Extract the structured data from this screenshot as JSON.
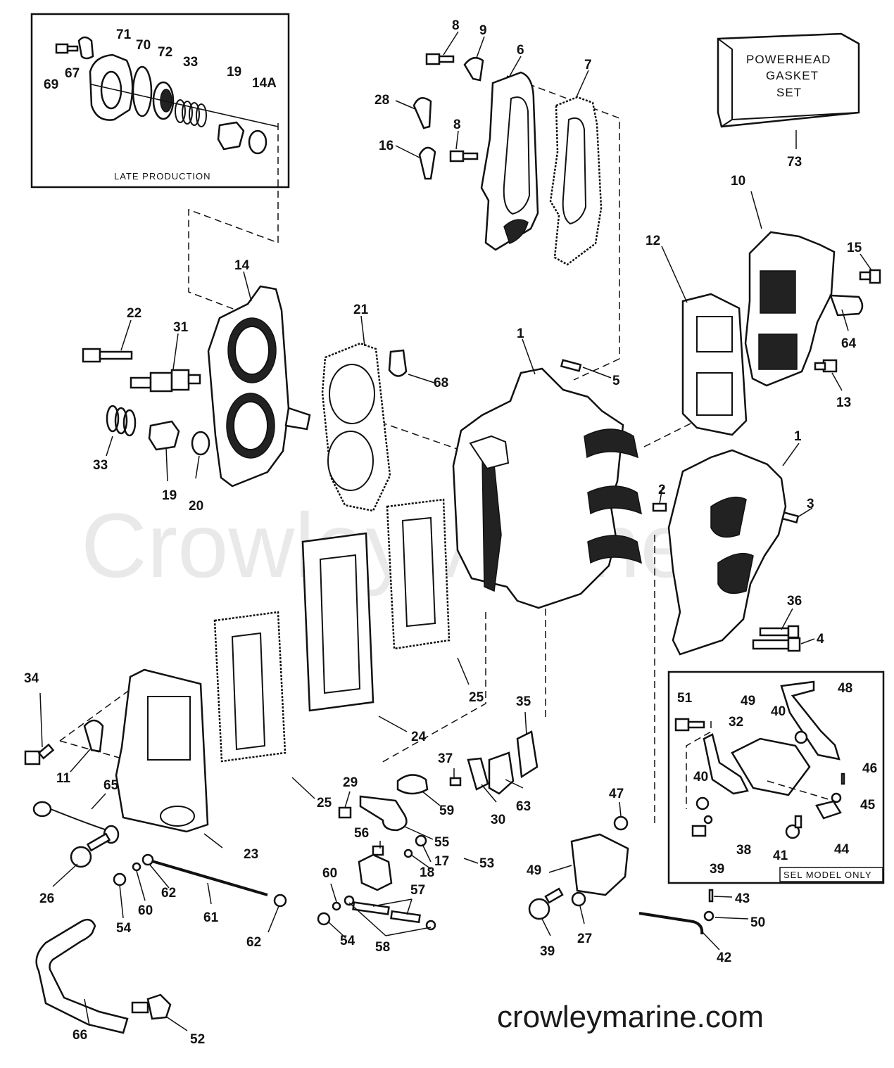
{
  "watermark": "CrowleyMarine",
  "footer_site": "crowleymarine.com",
  "inset_late_production": {
    "caption": "LATE PRODUCTION",
    "callouts": [
      "69",
      "67",
      "71",
      "70",
      "72",
      "33",
      "19",
      "14A"
    ]
  },
  "gasket_set_box": {
    "line1": "POWERHEAD",
    "line2": "GASKET",
    "line3": "SET",
    "callout": "73"
  },
  "inset_sel_model": {
    "caption": "SEL MODEL ONLY",
    "callouts": [
      "51",
      "49",
      "32",
      "40",
      "48",
      "40",
      "46",
      "45",
      "44",
      "41",
      "38",
      "39"
    ]
  },
  "callouts": {
    "c1a": "1",
    "c1b": "1",
    "c2": "2",
    "c3": "3",
    "c4": "4",
    "c5": "5",
    "c6": "6",
    "c7": "7",
    "c8a": "8",
    "c8b": "8",
    "c9": "9",
    "c10": "10",
    "c11": "11",
    "c12": "12",
    "c13": "13",
    "c14": "14",
    "c15": "15",
    "c16": "16",
    "c17": "17",
    "c18": "18",
    "c19": "19",
    "c20": "20",
    "c21": "21",
    "c22": "22",
    "c23": "23",
    "c24": "24",
    "c25a": "25",
    "c25b": "25",
    "c26": "26",
    "c27": "27",
    "c28": "28",
    "c29": "29",
    "c30": "30",
    "c31": "31",
    "c33": "33",
    "c34": "34",
    "c35": "35",
    "c36": "36",
    "c37": "37",
    "c39": "39",
    "c42": "42",
    "c43": "43",
    "c47": "47",
    "c49": "49",
    "c50": "50",
    "c52": "52",
    "c53": "53",
    "c54a": "54",
    "c54b": "54",
    "c55": "55",
    "c56": "56",
    "c57": "57",
    "c58": "58",
    "c59": "59",
    "c60a": "60",
    "c60b": "60",
    "c61": "61",
    "c62a": "62",
    "c62b": "62",
    "c63": "63",
    "c64": "64",
    "c65": "65",
    "c66": "66",
    "c68": "68"
  }
}
